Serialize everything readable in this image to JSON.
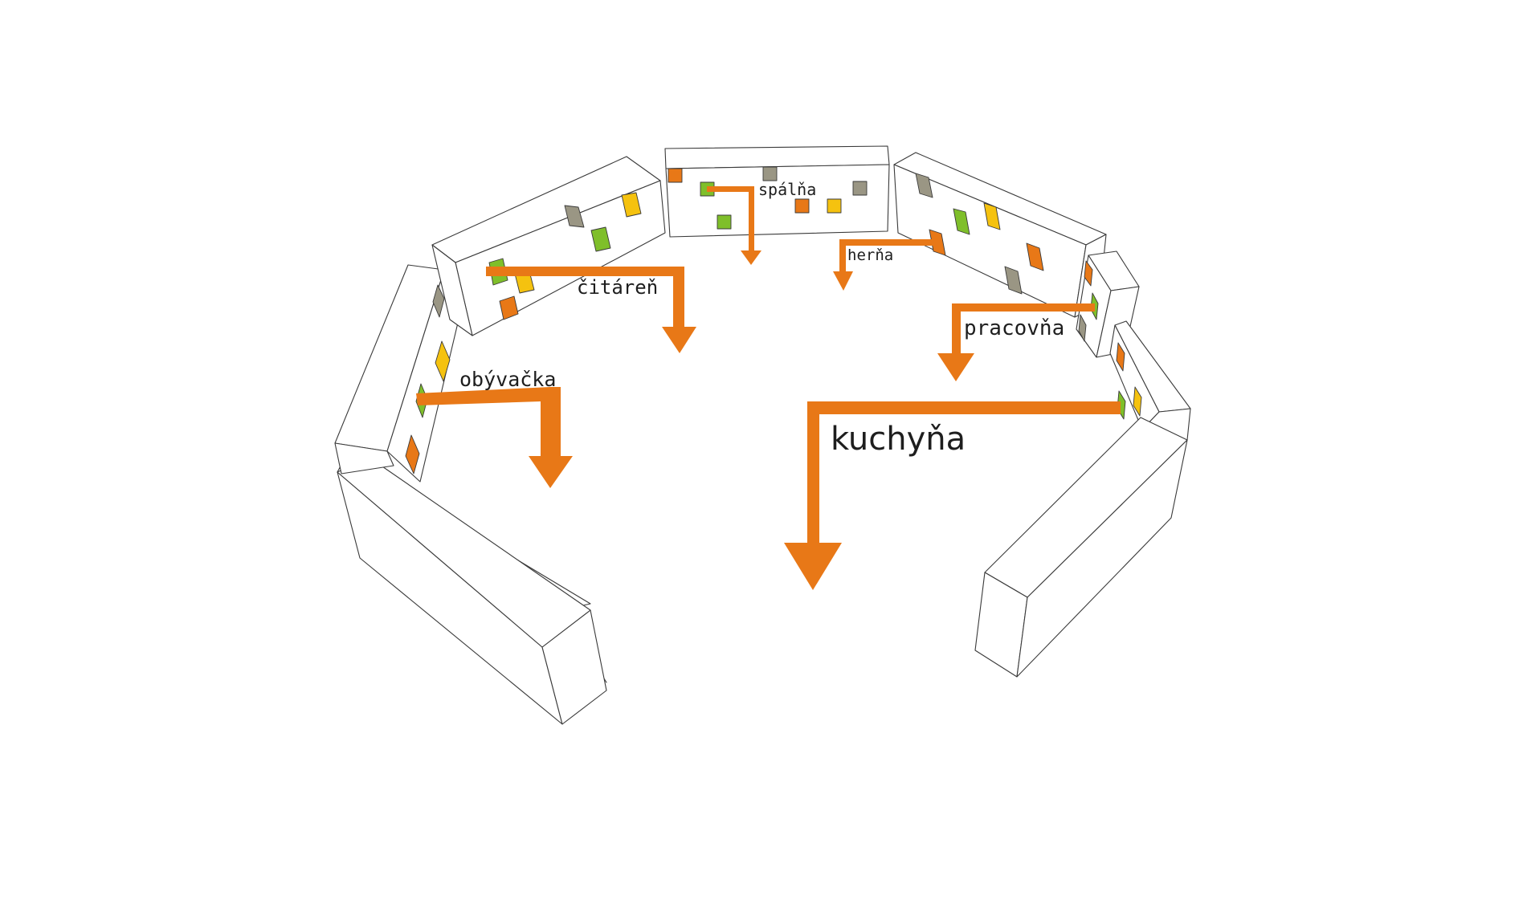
{
  "colors": {
    "accent_orange": "#e87817",
    "tile_green": "#7fbf2a",
    "tile_yellow": "#f5c20f",
    "tile_grey": "#9a9684",
    "tile_orange": "#e87817",
    "outline": "#3a3a3a",
    "background": "#ffffff"
  },
  "labels": {
    "obyvacka": "obývačka",
    "citaren": "čitáreň",
    "spalna": "spálňa",
    "herna": "herňa",
    "pracovna": "pracovňa",
    "kuchyna": "kuchyňa"
  }
}
